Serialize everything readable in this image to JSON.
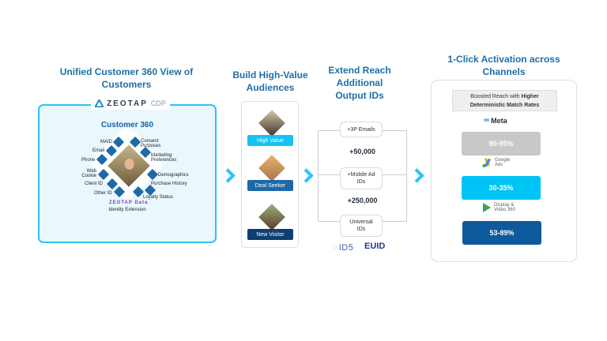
{
  "sections": {
    "customer360": {
      "title": "Unified Customer 360 View of Customers",
      "brand": "ZEOTAP",
      "brand_suffix": "CDP",
      "panel_title": "Customer 360",
      "left_attributes": [
        "MAID",
        "Email",
        "Phone",
        "Web Cookie",
        "Client ID",
        "Other ID"
      ],
      "right_attributes": [
        "Consent Purposes",
        "Marketing Preferences",
        "Demographics",
        "Purchase History",
        "Loyalty Status"
      ],
      "data_logo": "ZEOTAP Data",
      "identity_extension": "Identity Extension"
    },
    "audiences": {
      "title": "Build High-Value Audiences",
      "items": [
        {
          "label": "High Value",
          "color": "#16c2f3"
        },
        {
          "label": "Deal Seeker",
          "color": "#1d69a6"
        },
        {
          "label": "New Visitor",
          "color": "#0e3f6e"
        }
      ]
    },
    "reach": {
      "title": "Extend Reach Additional Output IDs",
      "pills": [
        "+3P Emails",
        "+Mobile Ad IDs",
        "Universal IDs"
      ],
      "counts": [
        "+50,000",
        "+250,000"
      ],
      "partner_logos": [
        "ID5",
        "EUID"
      ]
    },
    "activation": {
      "title": "1-Click Activation across Channels",
      "banner_regular": "Boosted Reach with",
      "banner_bold_1": "Higher",
      "banner_bold_2": "Deterministic Match Rates",
      "channels": [
        {
          "name": "Meta",
          "rate": "90-95%",
          "color": "#c8c8c8"
        },
        {
          "name": "Google Ads",
          "rate": "30-35%",
          "color": "#00c4f5"
        },
        {
          "name": "Display & Video 360",
          "rate": "53-89%",
          "color": "#0e5a9c"
        }
      ]
    }
  },
  "colors": {
    "title": "#1f6fa8",
    "accent": "#29c5f6",
    "diamond": "#1f6aa6"
  }
}
